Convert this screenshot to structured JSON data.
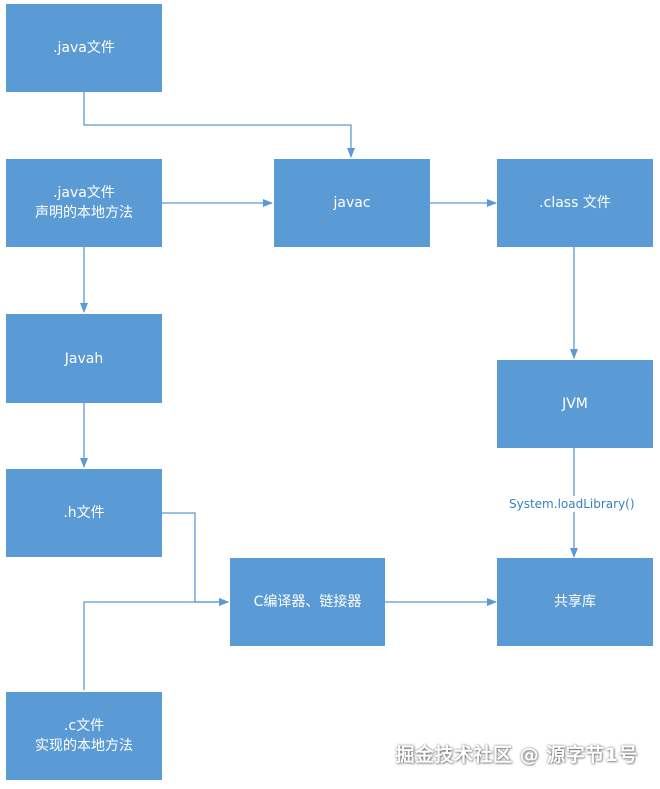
{
  "nodes": {
    "java_file": {
      "lines": [
        ".java文件"
      ]
    },
    "java_native": {
      "lines": [
        ".java文件",
        "声明的本地方法"
      ]
    },
    "javac": {
      "lines": [
        "javac"
      ]
    },
    "class_file": {
      "lines": [
        ".class 文件"
      ]
    },
    "javah": {
      "lines": [
        "Javah"
      ]
    },
    "jvm": {
      "lines": [
        "JVM"
      ]
    },
    "h_file": {
      "lines": [
        ".h文件"
      ]
    },
    "c_compiler": {
      "lines": [
        "C编译器、链接器"
      ]
    },
    "shared_lib": {
      "lines": [
        "共享库"
      ]
    },
    "c_file": {
      "lines": [
        ".c文件",
        "实现的本地方法"
      ]
    }
  },
  "edges": {
    "jvm_to_lib_label": "System.loadLibrary()"
  },
  "watermark": "掘金技术社区 @ 源字节1号",
  "colors": {
    "node_fill": "#5b9bd5",
    "connector": "#5b9bd5",
    "label_text": "#3a7fc4"
  }
}
